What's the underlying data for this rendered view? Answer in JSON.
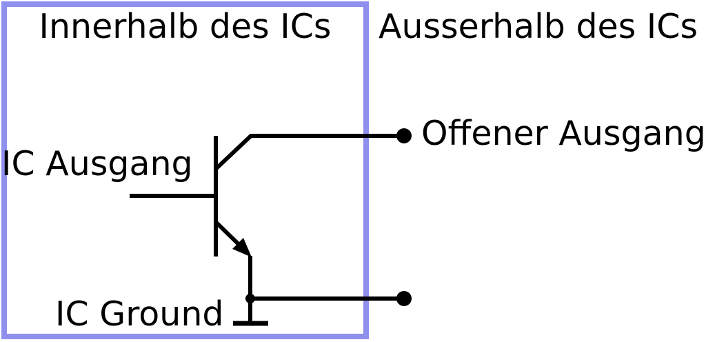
{
  "titles": {
    "inside": "Innerhalb des ICs",
    "outside": "Ausserhalb des ICs"
  },
  "labels": {
    "ic_output": "IC Ausgang",
    "ic_ground": "IC Ground",
    "open_output": "Offener Ausgang"
  },
  "colors": {
    "ic_boundary": "#8f8fee",
    "wire": "#000000",
    "text": "#000000",
    "background": "#ffffff"
  },
  "components": {
    "transistor": "npn-transistor",
    "open_output_terminal": "terminal-dot",
    "ground_terminal": "terminal-dot",
    "ground_symbol": "ground-bar"
  }
}
